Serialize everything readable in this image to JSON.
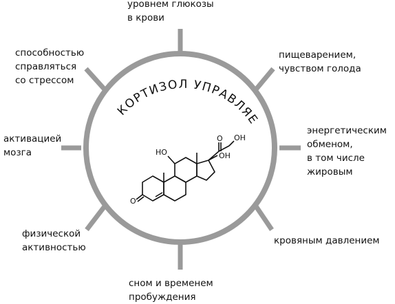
{
  "colors": {
    "ring": "#9a9a9a",
    "text": "#111111",
    "molecule": "#111111",
    "background": "#ffffff"
  },
  "center": {
    "heading": "КОРТИЗОЛ УПРАВЛЯЕТ:"
  },
  "labels": {
    "top": "уровнем глюкозы\nв крови",
    "top_right": "пищеварением,\nчувством голода",
    "right": "энергетическим\nобменом,\nв том числе\nжировым",
    "bottom_right": "кровяным давлением",
    "bottom": "сном и временем\nпробуждения",
    "bottom_left": "физической\nактивностью",
    "left": "активацией\nмозга",
    "top_left": "способностью\nсправляться\nсо стрессом"
  },
  "molecule": {
    "ho_label": "HO",
    "o_label_top": "O",
    "oh_label_chain": "OH",
    "oh_label_ring": "OH",
    "o_label_ketone": "O"
  }
}
